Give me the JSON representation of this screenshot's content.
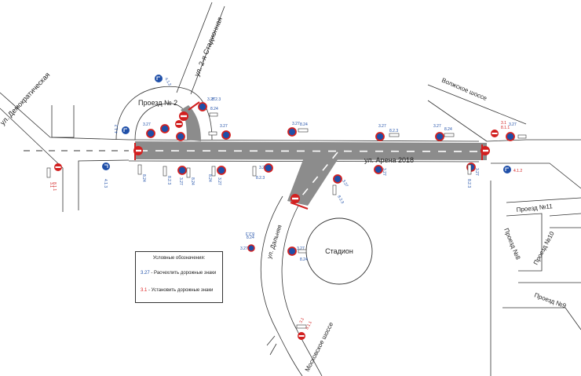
{
  "streets": {
    "demokraticheskaya": "ул. Демократическая",
    "stadionnaya2": "ул. 2-я Стадионная",
    "proezd2": "Проезд № 2",
    "arena2018": "ул. Арена 2018",
    "volzhskoe": "Волжское шоссе",
    "dalnyaya": "ул. Дальняя",
    "moskovskoe": "Московское шоссе",
    "proezd8": "Проезд №8",
    "proezd9": "Проезд №9",
    "proezd10": "Проезд №10",
    "proezd11": "Проезд №11"
  },
  "stadium_label": "Стадион",
  "legend": {
    "title": "Условные обозначения:",
    "uncover_code": "3.27",
    "uncover_text": "- Расчехлить дорожные знаки",
    "install_code": "3.1",
    "install_text": "- Установить дорожные знаки"
  },
  "sign_labels": {
    "s327": "3.27",
    "s824": "8.24",
    "s823": "8.2.3",
    "s824b": "8.24",
    "s31": "3.1",
    "s811": "8.1.1",
    "s413": "4.1.3",
    "s412": "4.1.2",
    "s24": "8.24"
  },
  "colors": {
    "road_closed": "#8c8c8c",
    "sign_blue": "#1f4fa8",
    "sign_red": "#d22020",
    "line": "#333333"
  }
}
